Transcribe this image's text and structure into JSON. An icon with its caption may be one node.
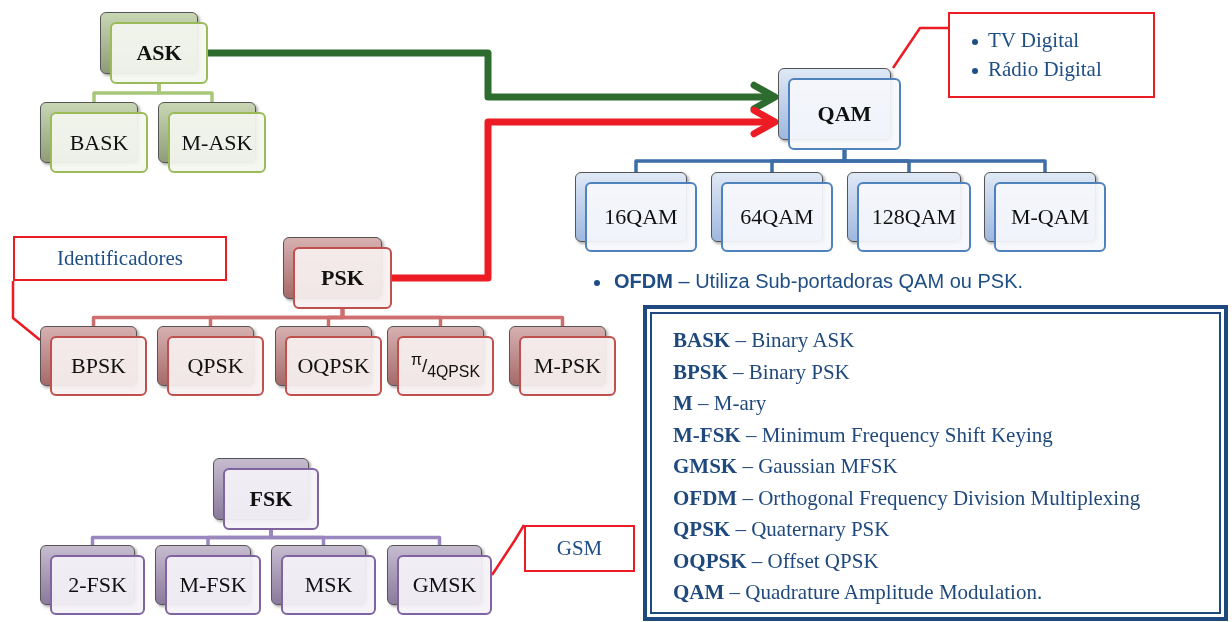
{
  "diagram": {
    "nodes": [
      {
        "text": [
          "ASK"
        ]
      },
      {
        "text": [
          "BASK"
        ]
      },
      {
        "text": [
          "M-ASK"
        ]
      },
      {
        "text": [
          "QAM"
        ]
      },
      {
        "text": [
          "TV Digital",
          "Rádio Digital"
        ]
      },
      {
        "text": [
          "16QAM"
        ]
      },
      {
        "text": [
          "64QAM"
        ]
      },
      {
        "text": [
          "128QAM"
        ]
      },
      {
        "text": [
          "M-QAM"
        ]
      },
      {
        "text": [
          "Identificadores"
        ]
      },
      {
        "text": [
          "PSK"
        ]
      },
      {
        "text": [
          "BPSK"
        ]
      },
      {
        "text": [
          "QPSK"
        ]
      },
      {
        "text": [
          "OQPSK"
        ]
      },
      {
        "text": [
          "$^{π}$/$_{4QPSK}$"
        ]
      },
      {
        "text": [
          "M-PSK"
        ]
      },
      {
        "text": [
          "FSK"
        ]
      },
      {
        "text": [
          "2-FSK"
        ]
      },
      {
        "text": [
          "M-FSK"
        ]
      },
      {
        "text": [
          "MSK"
        ]
      },
      {
        "text": [
          "GMSK"
        ]
      },
      {
        "text": [
          "GSM"
        ]
      },
      {
        "text": [
          "**BASK** – Binary ASK",
          "**BPSK** – Binary PSK",
          "**M** – M-ary",
          "**M-FSK** – Minimum Frequency Shift Keying",
          "**GMSK** – Gaussian MFSK",
          "**OFDM** – Orthogonal Frequency Division Multiplexing",
          "**QPSK** – Quaternary PSK",
          "**OQPSK** – Offset QPSK",
          "**QAM** –  Quadrature Amplitude Modulation."
        ]
      }
    ],
    "edges": [
      {
        "from": 0,
        "to": 3,
        "arrow": "to",
        "style": "thick",
        "color": "#2e6b2e"
      },
      {
        "from": 10,
        "to": 3,
        "arrow": "to",
        "style": "thick",
        "color": "#ed1c24"
      },
      {
        "from": 0,
        "to": 1,
        "arrow": "none",
        "color": "#a9c77a"
      },
      {
        "from": 0,
        "to": 2,
        "arrow": "none",
        "color": "#a9c77a"
      },
      {
        "from": 3,
        "to": 5,
        "arrow": "none",
        "color": "#3d6ea8"
      },
      {
        "from": 3,
        "to": 6,
        "arrow": "none",
        "color": "#3d6ea8"
      },
      {
        "from": 3,
        "to": 7,
        "arrow": "none",
        "color": "#3d6ea8"
      },
      {
        "from": 3,
        "to": 8,
        "arrow": "none",
        "color": "#3d6ea8"
      },
      {
        "from": 10,
        "to": 11,
        "arrow": "none",
        "color": "#cd6f6f"
      },
      {
        "from": 10,
        "to": 12,
        "arrow": "none",
        "color": "#cd6f6f"
      },
      {
        "from": 10,
        "to": 13,
        "arrow": "none",
        "color": "#cd6f6f"
      },
      {
        "from": 10,
        "to": 14,
        "arrow": "none",
        "color": "#cd6f6f"
      },
      {
        "from": 10,
        "to": 15,
        "arrow": "none",
        "color": "#cd6f6f"
      },
      {
        "from": 16,
        "to": 17,
        "arrow": "none",
        "color": "#9b87c0"
      },
      {
        "from": 16,
        "to": 18,
        "arrow": "none",
        "color": "#9b87c0"
      },
      {
        "from": 16,
        "to": 19,
        "arrow": "none",
        "color": "#9b87c0"
      },
      {
        "from": 16,
        "to": 20,
        "arrow": "none",
        "color": "#9b87c0"
      },
      {
        "from": 4,
        "to": 3,
        "arrow": "none",
        "color": "#ed1c24"
      },
      {
        "from": 9,
        "to": 11,
        "arrow": "none",
        "color": "#ed1c24"
      },
      {
        "from": 21,
        "to": 20,
        "arrow": "none",
        "color": "#ed1c24"
      }
    ],
    "labels": [
      "**OFDM** – Utiliza Sub-portadoras QAM ou PSK."
    ]
  }
}
